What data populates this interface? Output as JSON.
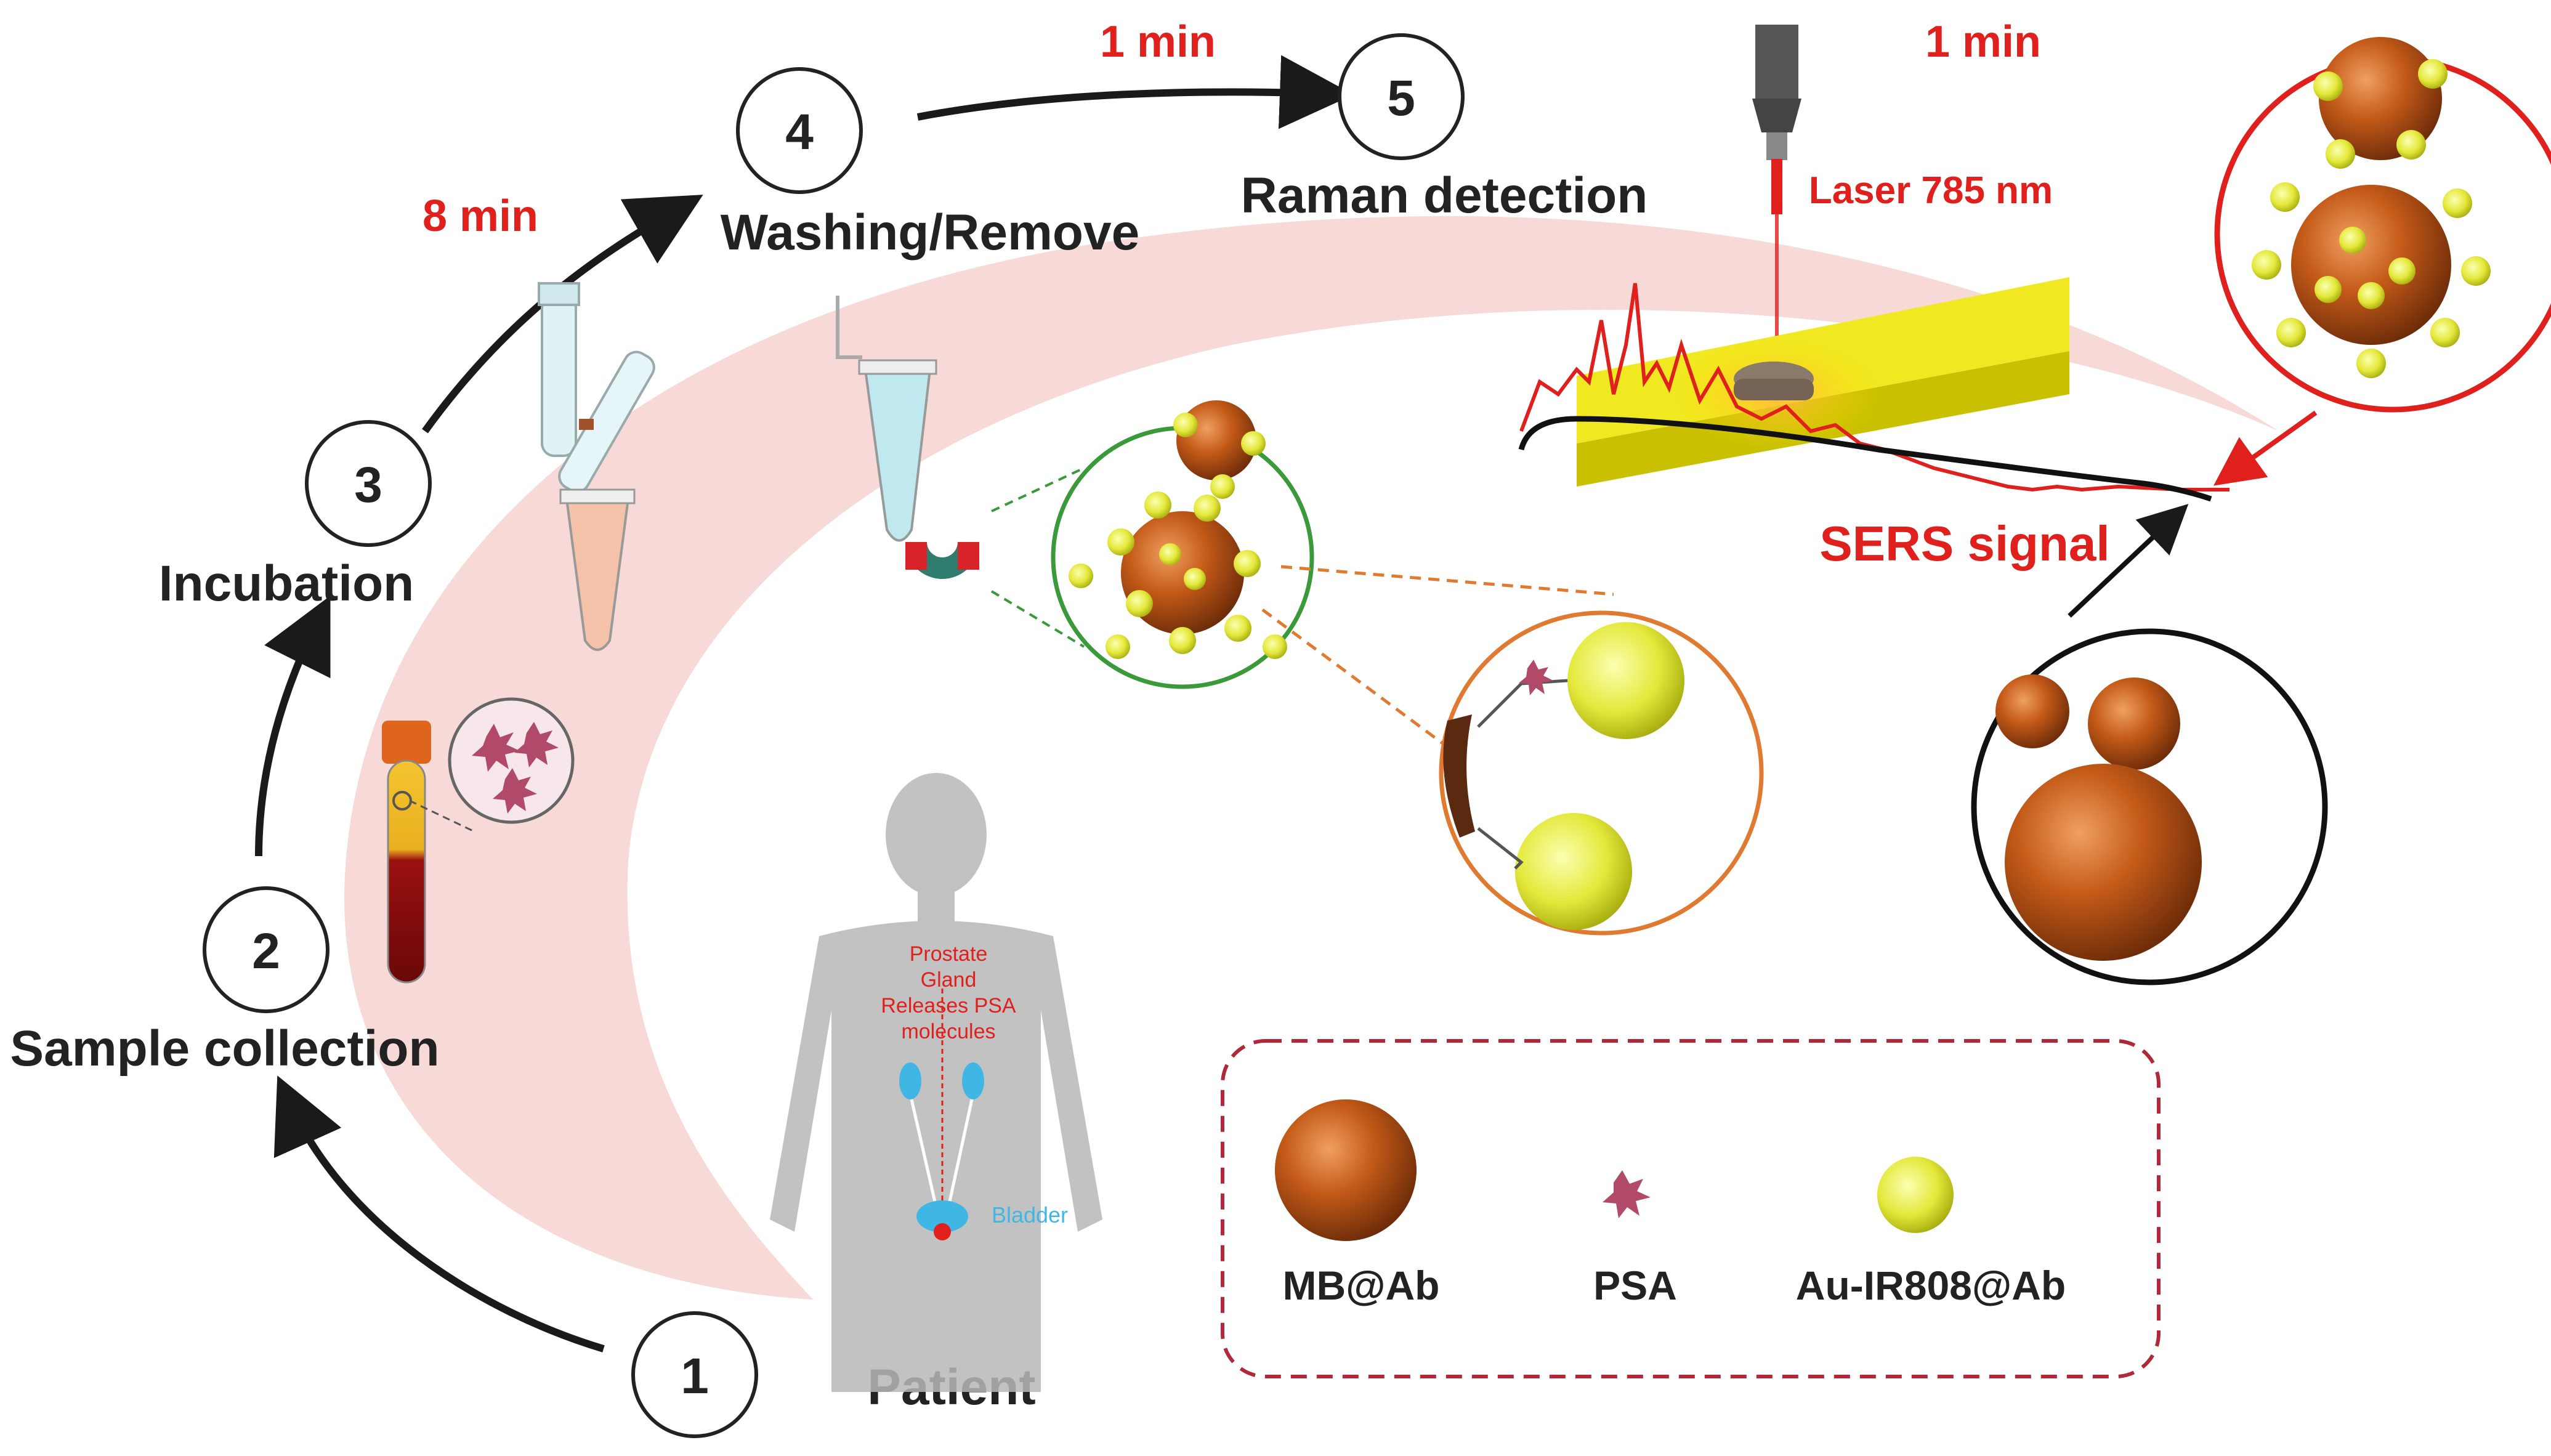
{
  "colors": {
    "accent_red": "#e0201c",
    "arrow_black": "#1a1a1a",
    "crescent_pink": "#f6d3d0",
    "mb_orange": "#c05a1a",
    "au_yellow": "#e4e83a",
    "green_circle": "#3a9a3a",
    "orange_circle": "#e07a30",
    "kidney_blue": "#3fb6e4"
  },
  "steps": [
    {
      "number": "1",
      "label": "Patient"
    },
    {
      "number": "2",
      "label": "Sample collection"
    },
    {
      "number": "3",
      "label": "Incubation"
    },
    {
      "number": "4",
      "label": "Washing/Remove"
    },
    {
      "number": "5",
      "label": "Raman detection"
    }
  ],
  "times": {
    "incubation": "8 min",
    "washing": "1 min",
    "detection": "1 min"
  },
  "laser_label": "Laser 785 nm",
  "signal_label": "SERS  signal",
  "patient": {
    "prostate_text": [
      "Prostate",
      "Gland",
      "Releases PSA",
      "molecules"
    ],
    "bladder": "Bladder"
  },
  "legend": {
    "items": [
      {
        "label": "MB@Ab",
        "icon": "magnetic-bead-icon"
      },
      {
        "label": "PSA",
        "icon": "psa-molecule-icon"
      },
      {
        "label": "Au-IR808@Ab",
        "icon": "gold-nanoparticle-icon"
      }
    ]
  }
}
